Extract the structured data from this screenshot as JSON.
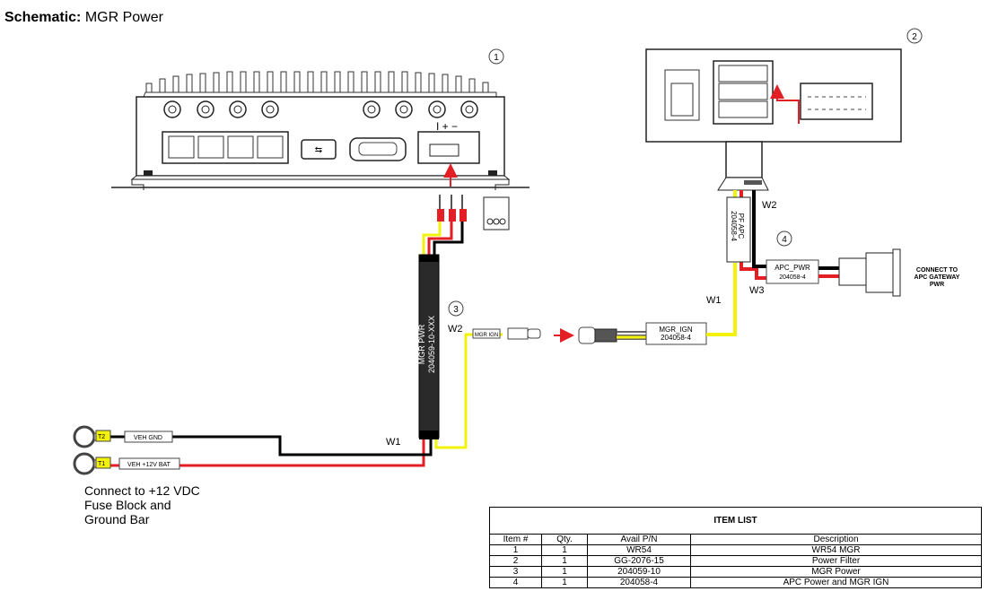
{
  "title": {
    "bold": "Schematic:",
    "rest": " MGR Power"
  },
  "callouts": [
    "1",
    "2",
    "3",
    "4"
  ],
  "wire_labels": {
    "w1_left": "W1",
    "w2_left": "W2",
    "w1_right": "W1",
    "w2_right": "W2",
    "w3_right": "W3"
  },
  "cable_labels": {
    "mgr_pwr": "MGR PWR",
    "mgr_pwr_pn": "204059-10-XXX",
    "pf_apc": "PF APC",
    "pf_apc_pn": "204058-4",
    "apc_pwr": "APC_PWR",
    "apc_pwr_pn": "204058-4",
    "mgr_ign": "MGR_IGN",
    "mgr_ign_pn": "204058-4",
    "mgr_ign_small": "MGR IGN",
    "veh_gnd": "VEH GND",
    "veh_bat": "VEH +12V BAT",
    "t2": "T2",
    "t1": "T1",
    "connector_polarity": "I + −"
  },
  "connect_apc": [
    "CONNECT TO",
    "APC GATEWAY",
    "PWR"
  ],
  "note_lines": [
    "Connect to +12 VDC",
    "Fuse Block and",
    "Ground Bar"
  ],
  "item_list": {
    "caption": "ITEM LIST",
    "headers": [
      "Item #",
      "Qty.",
      "Avail P/N",
      "Description"
    ],
    "rows": [
      [
        "1",
        "1",
        "WR54",
        "WR54 MGR"
      ],
      [
        "2",
        "1",
        "GG-2076-15",
        "Power Filter"
      ],
      [
        "3",
        "1",
        "204059-10",
        "MGR Power"
      ],
      [
        "4",
        "1",
        "204058-4",
        "APC Power and MGR IGN"
      ]
    ]
  },
  "colors": {
    "power": "#e31e24",
    "ground": "#000000",
    "ignition": "#f2f20a",
    "arrow": "#e31e24"
  }
}
